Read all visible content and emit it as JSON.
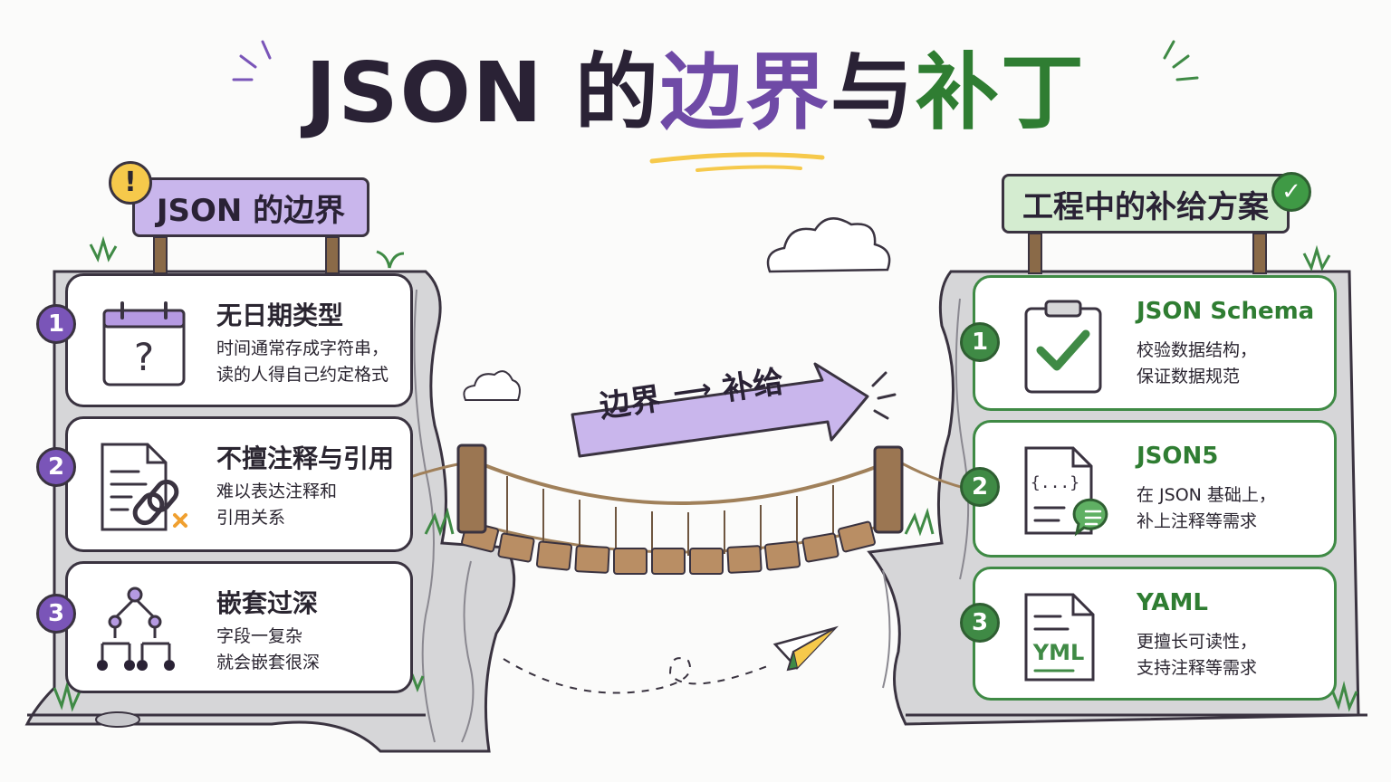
{
  "title": {
    "part1": "JSON 的",
    "part2": "边界",
    "part3": "与",
    "part4": "补丁"
  },
  "left_panel": {
    "sign": "JSON 的边界",
    "badge": "!",
    "items": [
      {
        "number": "1",
        "icon": "calendar-question-icon",
        "title": "无日期类型",
        "desc_line1": "时间通常存成字符串，",
        "desc_line2": "读的人得自己约定格式"
      },
      {
        "number": "2",
        "icon": "document-broken-link-icon",
        "title": "不擅注释与引用",
        "desc_line1": "难以表达注释和",
        "desc_line2": "引用关系"
      },
      {
        "number": "3",
        "icon": "tree-hierarchy-icon",
        "title": "嵌套过深",
        "desc_line1": "字段一复杂",
        "desc_line2": "就会嵌套很深"
      }
    ]
  },
  "right_panel": {
    "sign": "工程中的补给方案",
    "badge": "✓",
    "items": [
      {
        "number": "1",
        "icon": "clipboard-check-icon",
        "title": "JSON Schema",
        "desc_line1": "校验数据结构，",
        "desc_line2": "保证数据规范"
      },
      {
        "number": "2",
        "icon": "document-comment-icon",
        "title": "JSON5",
        "desc_line1": "在 JSON 基础上，",
        "desc_line2": "补上注释等需求",
        "icon_text": "{...}"
      },
      {
        "number": "3",
        "icon": "yaml-file-icon",
        "title": "YAML",
        "desc_line1": "更擅长可读性，",
        "desc_line2": "支持注释等需求",
        "icon_text": "YML"
      }
    ]
  },
  "center": {
    "arrow_from": "边界",
    "arrow_symbol": "⟶",
    "arrow_to": "补给"
  },
  "colors": {
    "purple": "#7a55b8",
    "light_purple": "#c9b6ec",
    "green": "#3f8a45",
    "light_green": "#d4ecd0",
    "ink": "#2a2235",
    "yellow": "#f6c94b"
  }
}
